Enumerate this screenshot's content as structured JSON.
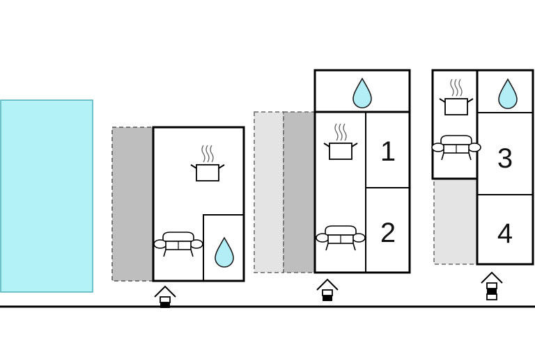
{
  "colors": {
    "pool": "#B3F2F7",
    "pool_stroke": "#4FAFB8",
    "terrace_dark": "#BEBEBE",
    "terrace_light": "#E4E4E4",
    "wall": "#000000",
    "water": "#B3EEF6",
    "water_stroke": "#1E1E1E"
  },
  "rooms": {
    "bedroom_1": "1",
    "bedroom_2": "2",
    "bedroom_3": "3",
    "bedroom_4": "4"
  },
  "icons": {
    "kitchen": "cooking-pot-icon",
    "living": "sofa-icon",
    "bathroom": "water-drop-icon",
    "entrance": "entrance-arrow-icon"
  }
}
